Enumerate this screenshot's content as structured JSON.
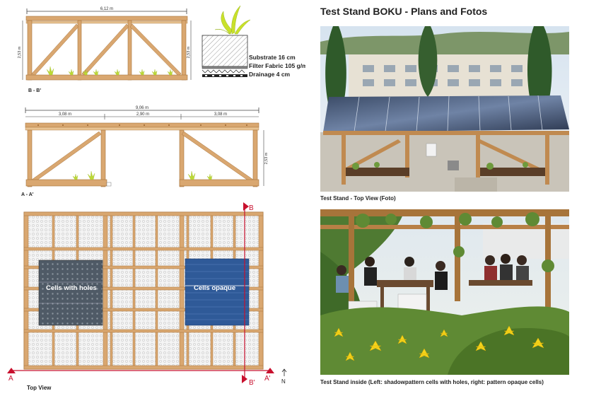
{
  "title": "Test Stand BOKU - Plans and Fotos",
  "section_bb": {
    "label": "B - B'",
    "width_dim": "6,12 m",
    "height_dim_left": "2,53 m",
    "height_dim_right": "2,53 m"
  },
  "layers": {
    "substrate": "Substrate 16 cm",
    "filter": "Filter Fabric 105 g/m2",
    "drainage": "Drainage 4 cm"
  },
  "section_aa": {
    "label": "A - A'",
    "total_dim": "9,06 m",
    "left_dim": "3,08 m",
    "mid_dim": "2,90 m",
    "right_dim": "3,08 m",
    "height_dim": "2,53 m"
  },
  "top_view": {
    "label": "Top View",
    "cells_holes": "Cells with holes",
    "cells_opaque": "Cells opaque",
    "marker_a": "A",
    "marker_a_prime": "A'",
    "marker_b": "B",
    "marker_b_prime": "B'",
    "north": "N"
  },
  "photo_top_caption": "Test Stand - Top View (Foto)",
  "photo_inside_caption": "Test Stand inside (Left: shadowpattern cells with holes, right: pattern opaque cells)",
  "colors": {
    "wood": "#d9a770",
    "wood_dark": "#a8743c",
    "marker_red": "#c8102e",
    "panel_dark": "#4f5a66",
    "panel_blue": "#2f5a98",
    "plant_green": "#bcd935"
  }
}
